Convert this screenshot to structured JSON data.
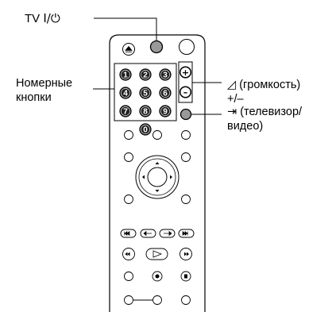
{
  "labels": {
    "tv_power": {
      "text": "TV",
      "symbol": "I/⏻"
    },
    "number_buttons": [
      "Номерные",
      "кнопки"
    ],
    "volume": {
      "symbol": "◿",
      "text": "(громкость)",
      "line2": "+/–"
    },
    "tv_video": {
      "symbol": "⇥",
      "text": "(телевизор/",
      "line2": "видео)"
    }
  },
  "keypad": [
    "1",
    "2",
    "3",
    "4",
    "5",
    "6",
    "7",
    "8",
    "9",
    "0"
  ],
  "volume_keys": [
    "+",
    "–"
  ],
  "colors": {
    "line": "#000000",
    "button_fill": "#ffffff",
    "highlight": "#9a9a9a",
    "dark_button": "#222222"
  }
}
